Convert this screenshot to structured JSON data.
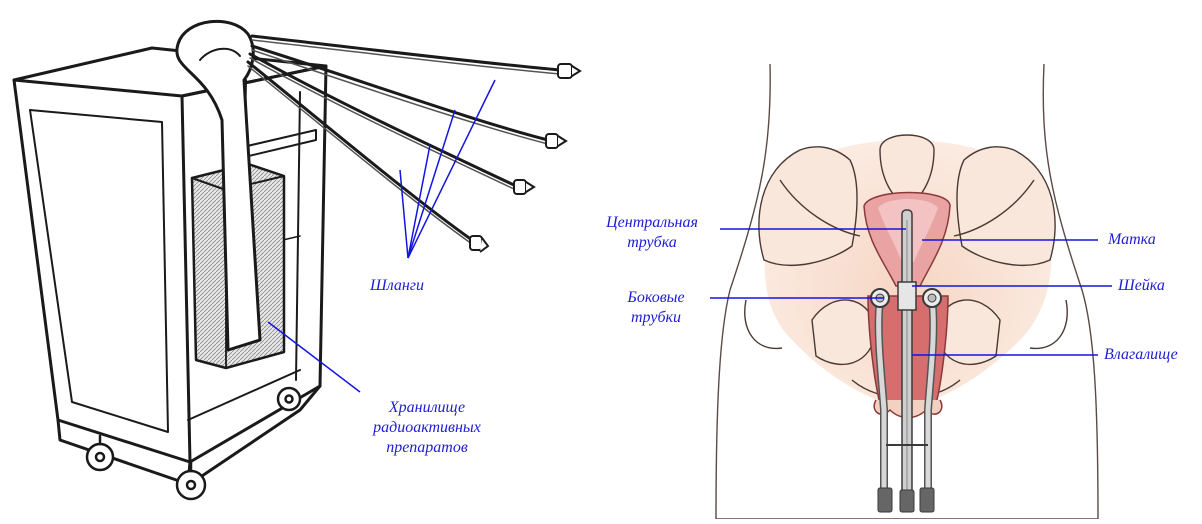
{
  "colors": {
    "label": "#1d1dd4",
    "leader": "#1414e0",
    "ink": "#1a1a1a",
    "uterus": "#d98080",
    "tissue": "#f3d1c0"
  },
  "left_figure": {
    "labels": {
      "hoses": "Шланги",
      "storage_line1": "Хранилище",
      "storage_line2": "радиоактивных",
      "storage_line3": "препаратов"
    }
  },
  "right_figure": {
    "labels": {
      "central_tube_line1": "Центральная",
      "central_tube_line2": "трубка",
      "side_tubes_line1": "Боковые",
      "side_tubes_line2": "трубки",
      "uterus": "Матка",
      "cervix": "Шейка",
      "vagina": "Влагалище"
    }
  }
}
